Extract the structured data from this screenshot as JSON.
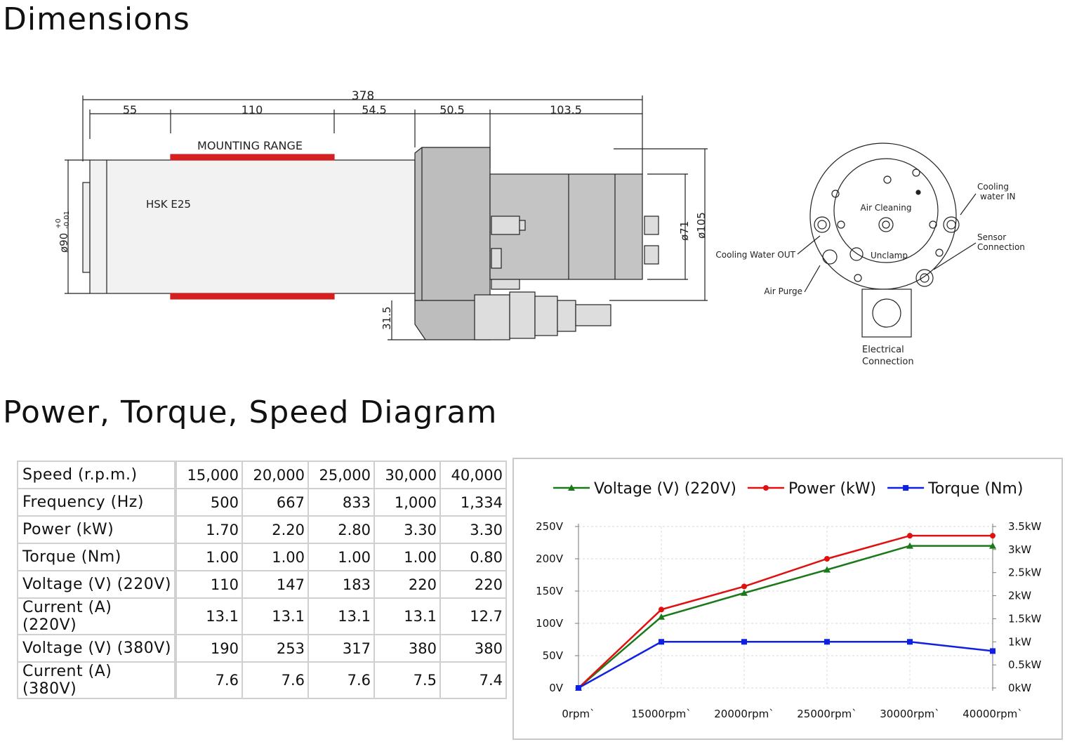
{
  "headings": {
    "dimensions": "Dimensions",
    "diagram": "Power, Torque, Speed Diagram"
  },
  "drawing": {
    "dim_total": "378",
    "dim_55": "55",
    "dim_110": "110",
    "dim_54_5": "54.5",
    "dim_50_5": "50.5",
    "dim_103_5": "103.5",
    "mounting_range": "MOUNTING RANGE",
    "tool_interface": "HSK E25",
    "dia_main": "ø90",
    "dia_main_tol_upper": "+0",
    "dia_main_tol_lower": "-0.01",
    "dia_71": "ø71",
    "dia_105": "ø105",
    "dim_31_5": "31.5",
    "end_view": {
      "air_cleaning": "Air Cleaning",
      "cooling_water_in_1": "Cooling",
      "cooling_water_in_2": "water IN",
      "sensor_connection_1": "Sensor",
      "sensor_connection_2": "Connection",
      "cooling_water_out": "Cooling Water OUT",
      "unclamp": "Unclamp",
      "air_purge": "Air Purge",
      "electrical_connection_1": "Electrical",
      "electrical_connection_2": "Connection"
    }
  },
  "table": {
    "rows": [
      {
        "label": "Speed (r.p.m.)",
        "values": [
          "15,000",
          "20,000",
          "25,000",
          "30,000",
          "40,000"
        ]
      },
      {
        "label": "Frequency (Hz)",
        "values": [
          "500",
          "667",
          "833",
          "1,000",
          "1,334"
        ]
      },
      {
        "label": "Power (kW)",
        "values": [
          "1.70",
          "2.20",
          "2.80",
          "3.30",
          "3.30"
        ]
      },
      {
        "label": "Torque (Nm)",
        "values": [
          "1.00",
          "1.00",
          "1.00",
          "1.00",
          "0.80"
        ]
      },
      {
        "label": "Voltage (V) (220V)",
        "values": [
          "110",
          "147",
          "183",
          "220",
          "220"
        ]
      },
      {
        "label": "Current (A) (220V)",
        "values": [
          "13.1",
          "13.1",
          "13.1",
          "13.1",
          "12.7"
        ]
      },
      {
        "label": "Voltage (V) (380V)",
        "values": [
          "190",
          "253",
          "317",
          "380",
          "380"
        ]
      },
      {
        "label": "Current (A) (380V)",
        "values": [
          "7.6",
          "7.6",
          "7.6",
          "7.5",
          "7.4"
        ]
      }
    ]
  },
  "chart_data": {
    "type": "line",
    "categories": [
      "0rpm`",
      "15000rpm`",
      "20000rpm`",
      "25000rpm`",
      "30000rpm`",
      "40000rpm`"
    ],
    "series": [
      {
        "name": "Voltage (V) (220V)",
        "color": "#1a7a1a",
        "marker": "triangle",
        "axis": "left",
        "values": [
          0,
          110,
          147,
          183,
          220,
          220
        ]
      },
      {
        "name": "Power (kW)",
        "color": "#e01010",
        "marker": "circle",
        "axis": "right",
        "values": [
          0,
          1.7,
          2.2,
          2.8,
          3.3,
          3.3
        ]
      },
      {
        "name": "Torque (Nm)",
        "color": "#1020e0",
        "marker": "square",
        "axis": "right",
        "values": [
          0,
          1.0,
          1.0,
          1.0,
          1.0,
          0.8
        ]
      }
    ],
    "y_left": {
      "min": 0,
      "max": 250,
      "ticks": [
        "0V",
        "50V",
        "100V",
        "150V",
        "200V",
        "250V"
      ]
    },
    "y_right": {
      "min": 0,
      "max": 3.5,
      "ticks": [
        "0kW",
        "0.5kW",
        "1kW",
        "1.5kW",
        "2kW",
        "2.5kW",
        "3kW",
        "3.5kW"
      ]
    },
    "grid": true,
    "legend": "top"
  }
}
